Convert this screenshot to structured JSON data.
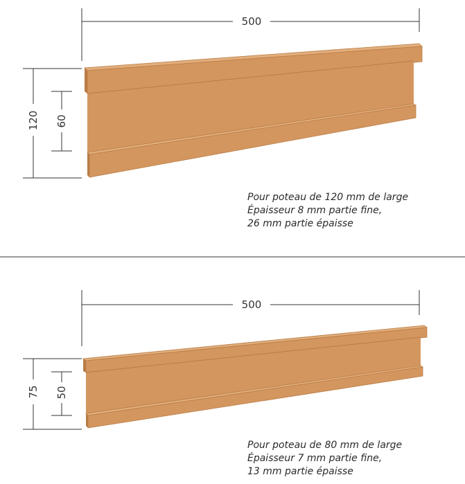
{
  "colors": {
    "wood_face": "#D4965F",
    "wood_top": "#E2AE7C",
    "wood_edge": "#B97C45",
    "line": "#333333"
  },
  "panels": [
    {
      "width_label": "500",
      "height_total_label": "120",
      "height_inner_label": "60",
      "caption": [
        "Pour poteau de 120 mm de large",
        "Épaisseur 8 mm partie fine,",
        "26 mm partie épaisse"
      ]
    },
    {
      "width_label": "500",
      "height_total_label": "75",
      "height_inner_label": "50",
      "caption": [
        "Pour poteau de 80 mm de large",
        "Épaisseur 7 mm partie fine,",
        "13 mm partie épaisse"
      ]
    }
  ]
}
